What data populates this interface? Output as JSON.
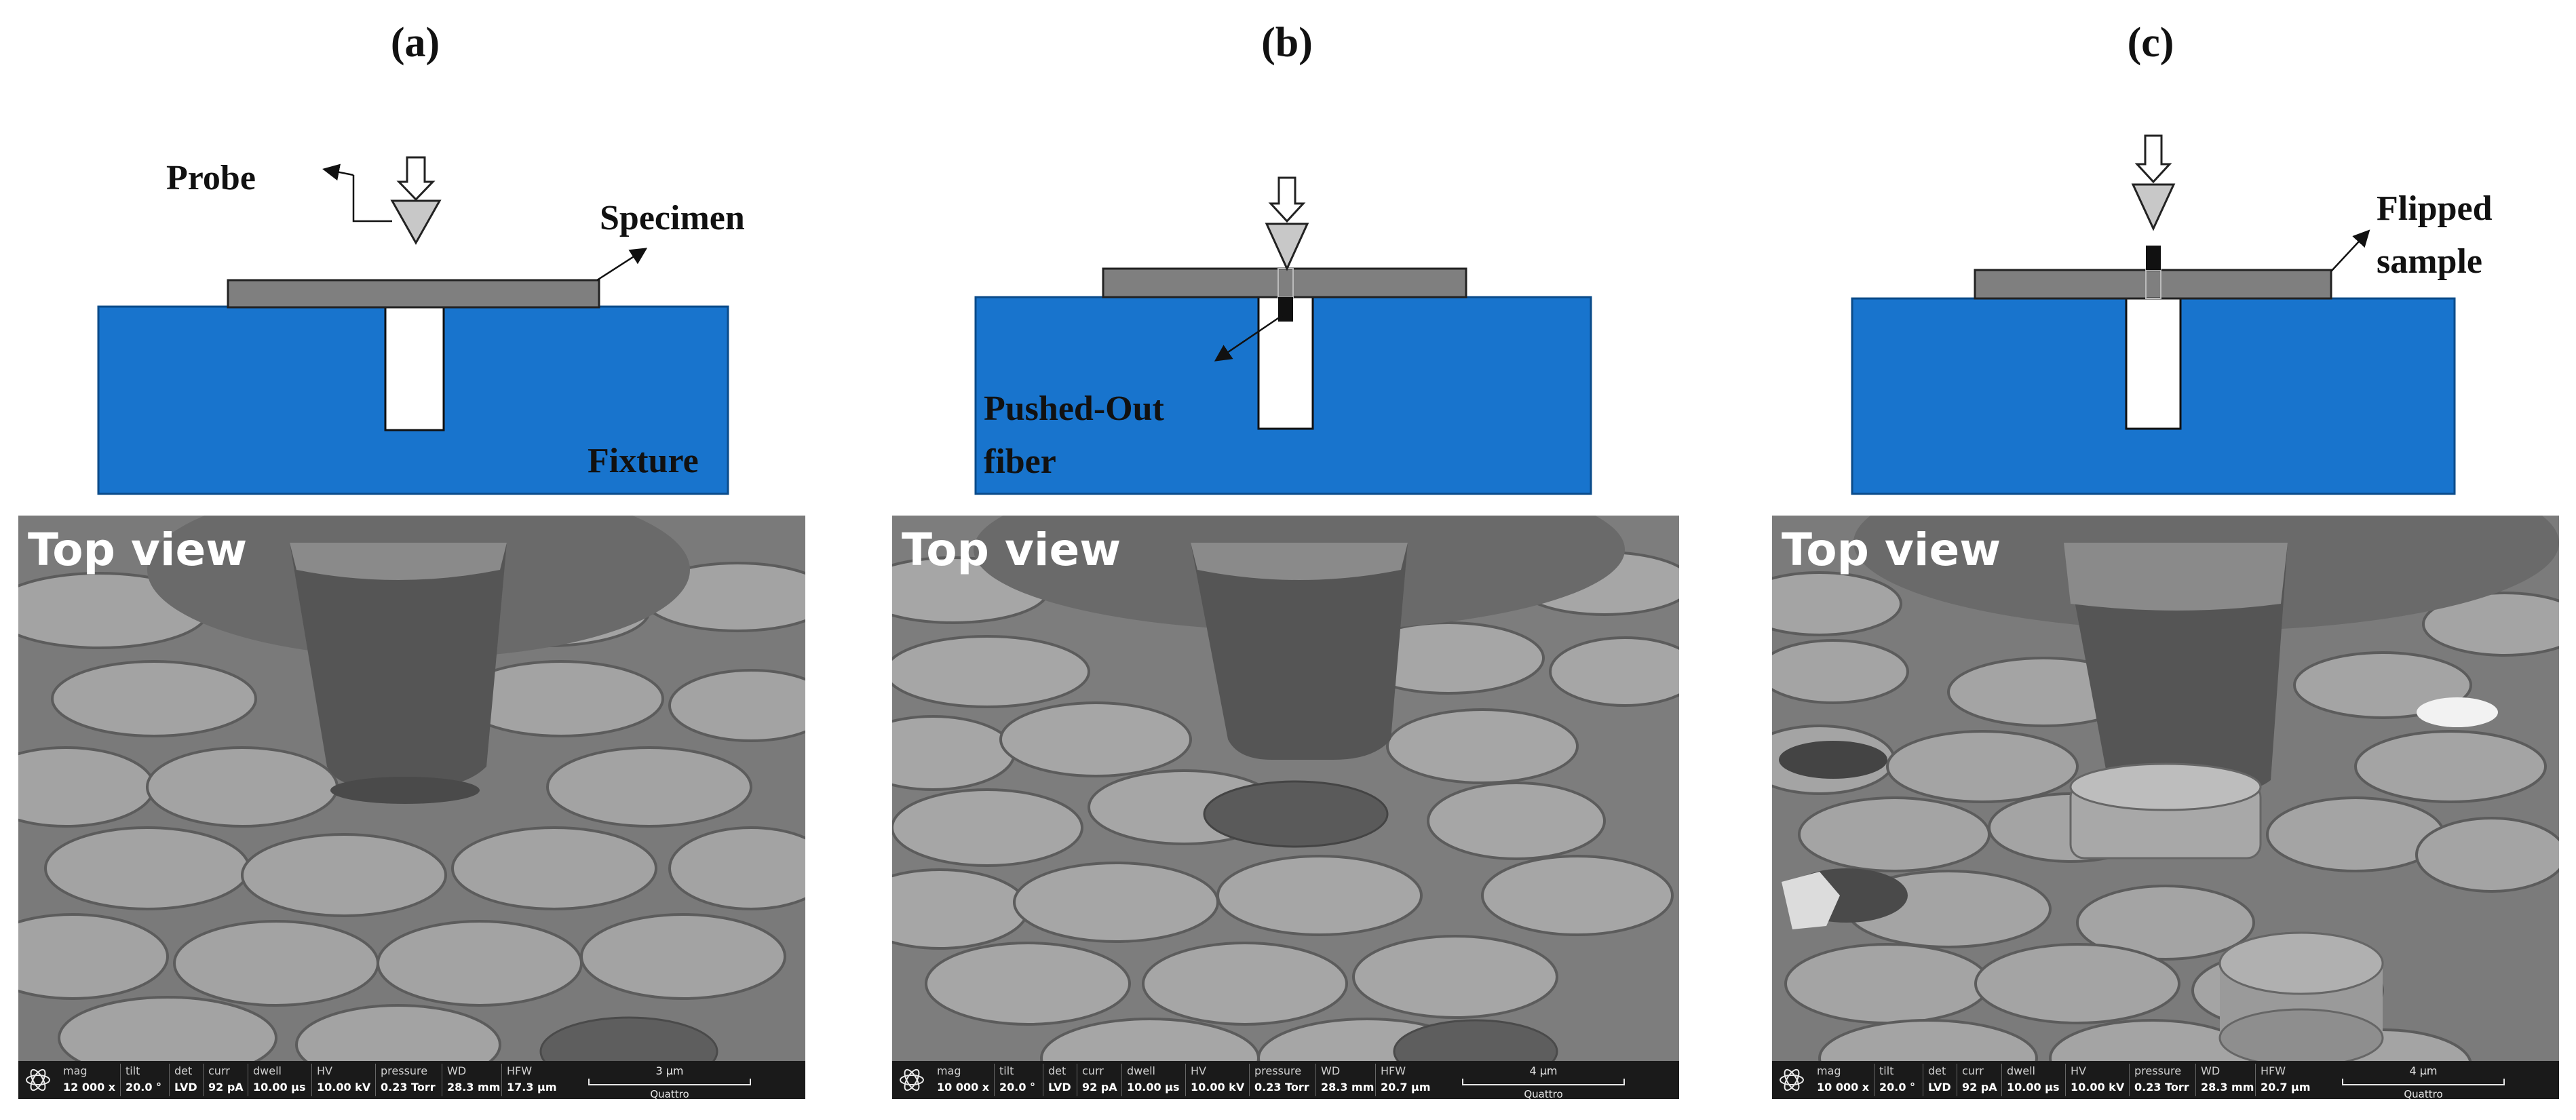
{
  "panels": [
    {
      "label": "(a)",
      "annotations": {
        "probe": "Probe",
        "specimen": "Specimen",
        "fixture": "Fixture"
      },
      "sem": {
        "overlay": "Top view",
        "databar": {
          "keys": [
            "mag",
            "tilt",
            "det",
            "curr",
            "dwell",
            "HV",
            "pressure",
            "WD",
            "HFW"
          ],
          "values": [
            "12 000 x",
            "20.0 °",
            "LVD",
            "92 pA",
            "10.00 µs",
            "10.00 kV",
            "0.23 Torr",
            "28.3 mm",
            "17.3 µm"
          ],
          "scale": "3 µm",
          "instrument": "Quattro"
        }
      }
    },
    {
      "label": "(b)",
      "annotations": {
        "pushed_out_1": "Pushed-Out",
        "pushed_out_2": "fiber"
      },
      "sem": {
        "overlay": "Top view",
        "databar": {
          "keys": [
            "mag",
            "tilt",
            "det",
            "curr",
            "dwell",
            "HV",
            "pressure",
            "WD",
            "HFW"
          ],
          "values": [
            "10 000 x",
            "20.0 °",
            "LVD",
            "92 pA",
            "10.00 µs",
            "10.00 kV",
            "0.23 Torr",
            "28.3 mm",
            "20.7 µm"
          ],
          "scale": "4 µm",
          "instrument": "Quattro"
        }
      }
    },
    {
      "label": "(c)",
      "annotations": {
        "flipped_1": "Flipped",
        "flipped_2": "sample"
      },
      "sem": {
        "overlay": "Top view",
        "databar": {
          "keys": [
            "mag",
            "tilt",
            "det",
            "curr",
            "dwell",
            "HV",
            "pressure",
            "WD",
            "HFW"
          ],
          "values": [
            "10 000 x",
            "20.0 °",
            "LVD",
            "92 pA",
            "10.00 µs",
            "10.00 kV",
            "0.23 Torr",
            "28.3 mm",
            "20.7 µm"
          ],
          "scale": "4 µm",
          "instrument": "Quattro"
        }
      }
    }
  ],
  "colors": {
    "fixture": "#1874cd",
    "specimen": "#7f7f7f",
    "probe": "#c8c8c8",
    "sem_background": "#7a7a7a",
    "fiber_face": "#9e9e9e",
    "databar": "#1a1a1a"
  }
}
